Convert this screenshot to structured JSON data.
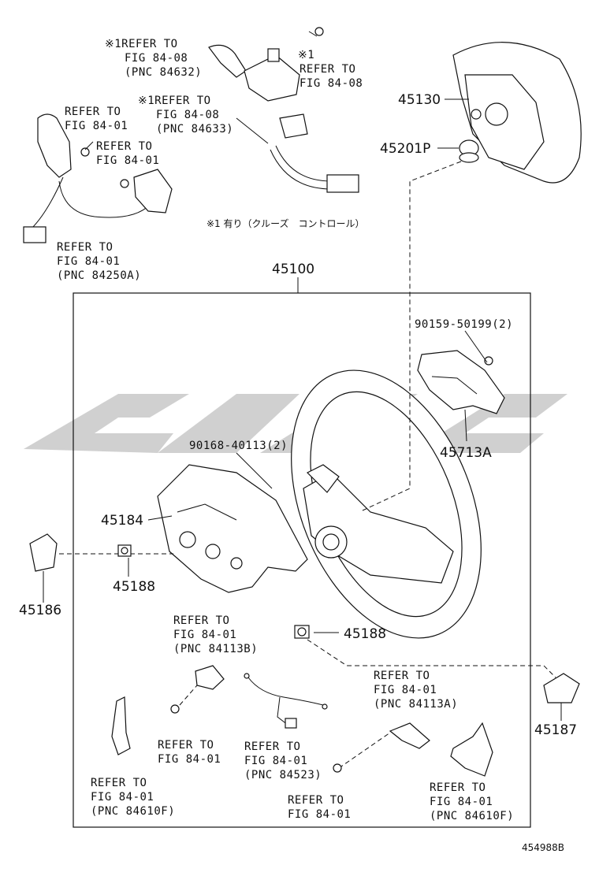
{
  "diagram": {
    "catalog_code": "454988B",
    "group_part_number": "45100",
    "note_cruise": "※1 有り（クルーズ　コントロール）",
    "parts": [
      {
        "id": "p45130",
        "label": "45130"
      },
      {
        "id": "p45201p",
        "label": "45201P"
      },
      {
        "id": "p45713a",
        "label": "45713A"
      },
      {
        "id": "p45184",
        "label": "45184"
      },
      {
        "id": "p45188a",
        "label": "45188"
      },
      {
        "id": "p45188b",
        "label": "45188"
      },
      {
        "id": "p45186",
        "label": "45186"
      },
      {
        "id": "p45187",
        "label": "45187"
      }
    ],
    "bolts": [
      {
        "id": "b90159",
        "label": "90159-50199(2)"
      },
      {
        "id": "b90168",
        "label": "90168-40113(2)"
      }
    ],
    "references": [
      {
        "id": "r1",
        "lines": [
          "※1REFER TO",
          "FIG 84-08",
          "(PNC 84632)"
        ]
      },
      {
        "id": "r2",
        "lines": [
          "※1",
          "REFER TO",
          "FIG 84-08"
        ]
      },
      {
        "id": "r3",
        "lines": [
          "※1REFER TO",
          "FIG 84-08",
          "(PNC 84633)"
        ]
      },
      {
        "id": "r4",
        "lines": [
          "REFER TO",
          "FIG 84-01"
        ]
      },
      {
        "id": "r5",
        "lines": [
          "REFER TO",
          "FIG 84-01"
        ]
      },
      {
        "id": "r6",
        "lines": [
          "REFER TO",
          "FIG 84-01",
          "(PNC 84250A)"
        ]
      },
      {
        "id": "r7",
        "lines": [
          "REFER TO",
          "FIG 84-01",
          "(PNC 84113B)"
        ]
      },
      {
        "id": "r8",
        "lines": [
          "REFER TO",
          "FIG 84-01",
          "(PNC 84113A)"
        ]
      },
      {
        "id": "r9",
        "lines": [
          "REFER TO",
          "FIG 84-01"
        ]
      },
      {
        "id": "r10",
        "lines": [
          "REFER TO",
          "FIG 84-01",
          "(PNC 84523)"
        ]
      },
      {
        "id": "r11",
        "lines": [
          "REFER TO",
          "FIG 84-01",
          "(PNC 84610F)"
        ]
      },
      {
        "id": "r12",
        "lines": [
          "REFER TO",
          "FIG 84-01"
        ]
      },
      {
        "id": "r13",
        "lines": [
          "REFER TO",
          "FIG 84-01",
          "(PNC 84610F)"
        ]
      }
    ]
  }
}
